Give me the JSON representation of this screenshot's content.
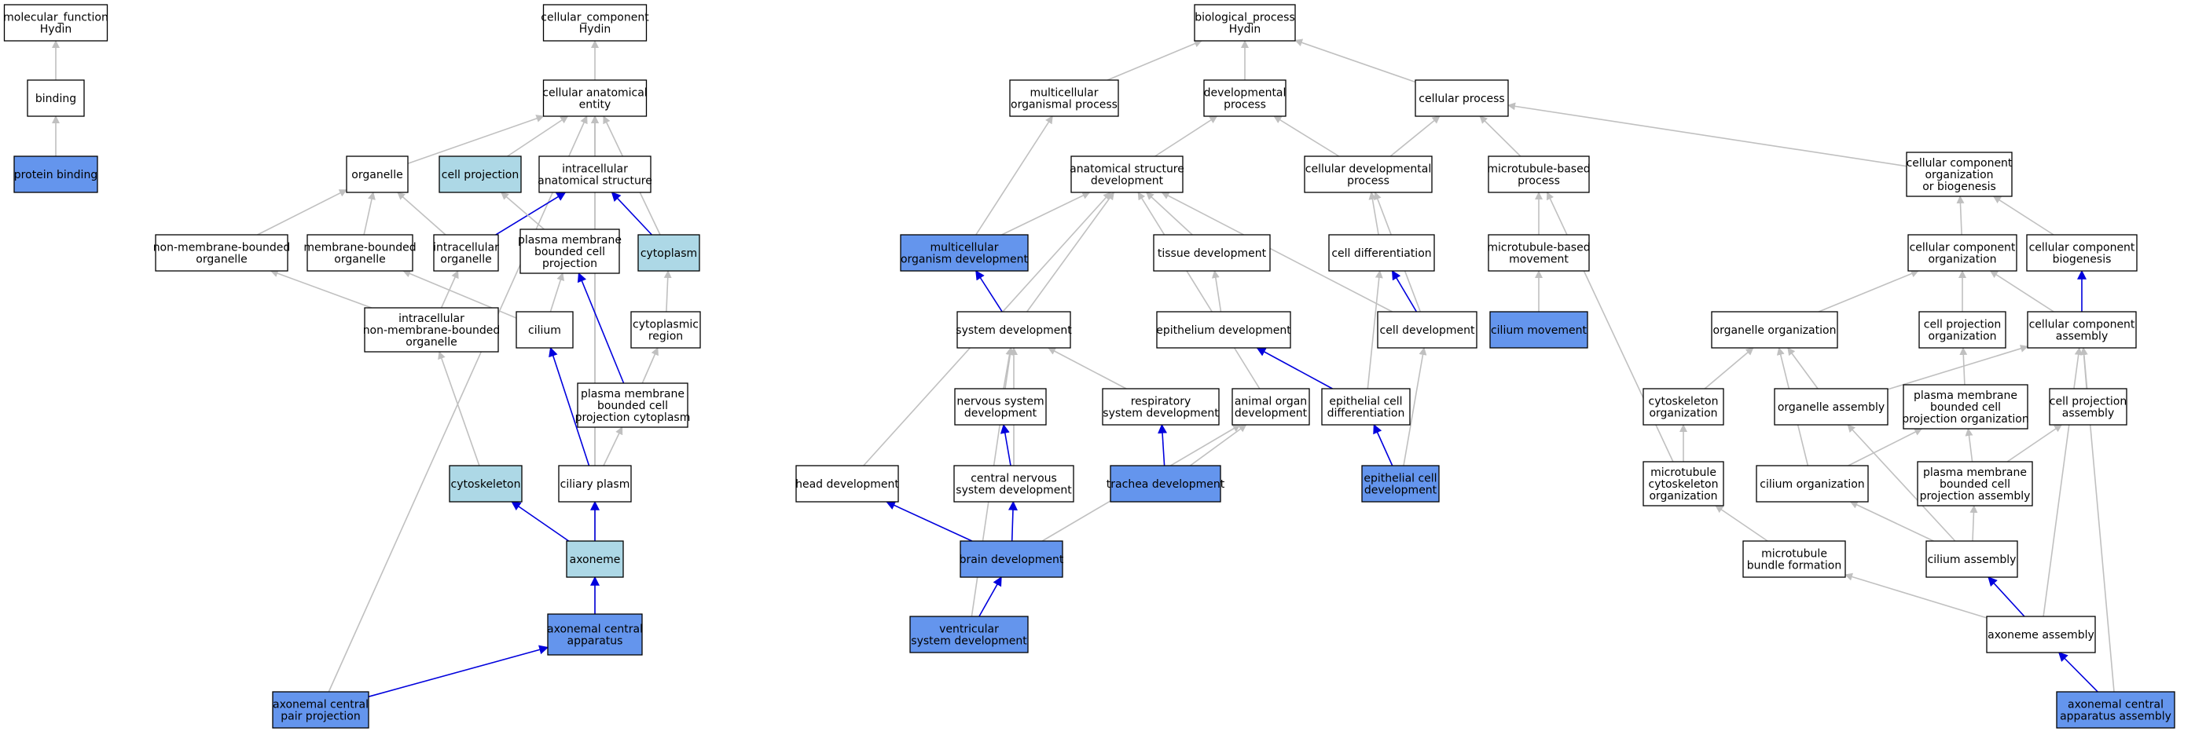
{
  "colors": {
    "edge_gray": "#c0c0c0",
    "edge_blue": "#0000dd",
    "fill_white": "#ffffff",
    "fill_lightblue": "#add8e6",
    "fill_blue": "#6495ed",
    "border": "#000000"
  },
  "nodes": [
    {
      "id": "mf",
      "lines": [
        "molecular_function",
        "Hydin"
      ],
      "fill": "white"
    },
    {
      "id": "binding",
      "lines": [
        "binding"
      ],
      "fill": "white"
    },
    {
      "id": "protein_binding",
      "lines": [
        "protein binding"
      ],
      "fill": "blue"
    },
    {
      "id": "cc",
      "lines": [
        "cellular_component",
        "Hydin"
      ],
      "fill": "white"
    },
    {
      "id": "cae",
      "lines": [
        "cellular anatomical",
        "entity"
      ],
      "fill": "white"
    },
    {
      "id": "organelle",
      "lines": [
        "organelle"
      ],
      "fill": "white"
    },
    {
      "id": "cell_projection",
      "lines": [
        "cell projection"
      ],
      "fill": "lightblue"
    },
    {
      "id": "ias",
      "lines": [
        "intracellular",
        "anatomical structure"
      ],
      "fill": "white"
    },
    {
      "id": "nmbo",
      "lines": [
        "non-membrane-bounded",
        "organelle"
      ],
      "fill": "white"
    },
    {
      "id": "mbo",
      "lines": [
        "membrane-bounded",
        "organelle"
      ],
      "fill": "white"
    },
    {
      "id": "io",
      "lines": [
        "intracellular",
        "organelle"
      ],
      "fill": "white"
    },
    {
      "id": "pmbcp",
      "lines": [
        "plasma membrane",
        "bounded cell",
        "projection"
      ],
      "fill": "white"
    },
    {
      "id": "cytoplasm",
      "lines": [
        "cytoplasm"
      ],
      "fill": "lightblue"
    },
    {
      "id": "inmbo",
      "lines": [
        "intracellular",
        "non-membrane-bounded",
        "organelle"
      ],
      "fill": "white"
    },
    {
      "id": "cilium",
      "lines": [
        "cilium"
      ],
      "fill": "white"
    },
    {
      "id": "cyt_region",
      "lines": [
        "cytoplasmic",
        "region"
      ],
      "fill": "white"
    },
    {
      "id": "pmbcpc",
      "lines": [
        "plasma membrane",
        "bounded cell",
        "projection cytoplasm"
      ],
      "fill": "white"
    },
    {
      "id": "cytoskeleton",
      "lines": [
        "cytoskeleton"
      ],
      "fill": "lightblue"
    },
    {
      "id": "ciliary_plasm",
      "lines": [
        "ciliary plasm"
      ],
      "fill": "white"
    },
    {
      "id": "axoneme",
      "lines": [
        "axoneme"
      ],
      "fill": "lightblue"
    },
    {
      "id": "aca",
      "lines": [
        "axonemal central",
        "apparatus"
      ],
      "fill": "blue"
    },
    {
      "id": "acpp",
      "lines": [
        "axonemal central",
        "pair projection"
      ],
      "fill": "blue"
    },
    {
      "id": "bp",
      "lines": [
        "biological_process",
        "Hydin"
      ],
      "fill": "white"
    },
    {
      "id": "mop",
      "lines": [
        "multicellular",
        "organismal process"
      ],
      "fill": "white"
    },
    {
      "id": "dp",
      "lines": [
        "developmental",
        "process"
      ],
      "fill": "white"
    },
    {
      "id": "cp",
      "lines": [
        "cellular process"
      ],
      "fill": "white"
    },
    {
      "id": "asd",
      "lines": [
        "anatomical structure",
        "development"
      ],
      "fill": "white"
    },
    {
      "id": "cdp",
      "lines": [
        "cellular developmental",
        "process"
      ],
      "fill": "white"
    },
    {
      "id": "mbp",
      "lines": [
        "microtubule-based",
        "process"
      ],
      "fill": "white"
    },
    {
      "id": "ccob",
      "lines": [
        "cellular component",
        "organization",
        "or biogenesis"
      ],
      "fill": "white"
    },
    {
      "id": "mod",
      "lines": [
        "multicellular",
        "organism development"
      ],
      "fill": "blue"
    },
    {
      "id": "tissue_dev",
      "lines": [
        "tissue development"
      ],
      "fill": "white"
    },
    {
      "id": "cell_diff",
      "lines": [
        "cell differentiation"
      ],
      "fill": "white"
    },
    {
      "id": "mbm",
      "lines": [
        "microtubule-based",
        "movement"
      ],
      "fill": "white"
    },
    {
      "id": "cco",
      "lines": [
        "cellular component",
        "organization"
      ],
      "fill": "white"
    },
    {
      "id": "ccb",
      "lines": [
        "cellular component",
        "biogenesis"
      ],
      "fill": "white"
    },
    {
      "id": "sys_dev",
      "lines": [
        "system development"
      ],
      "fill": "white"
    },
    {
      "id": "epi_dev",
      "lines": [
        "epithelium development"
      ],
      "fill": "white"
    },
    {
      "id": "cell_dev",
      "lines": [
        "cell development"
      ],
      "fill": "white"
    },
    {
      "id": "cilium_mov",
      "lines": [
        "cilium movement"
      ],
      "fill": "blue"
    },
    {
      "id": "org_org",
      "lines": [
        "organelle organization"
      ],
      "fill": "white"
    },
    {
      "id": "cpo",
      "lines": [
        "cell projection",
        "organization"
      ],
      "fill": "white"
    },
    {
      "id": "cca",
      "lines": [
        "cellular component",
        "assembly"
      ],
      "fill": "white"
    },
    {
      "id": "nsd",
      "lines": [
        "nervous system",
        "development"
      ],
      "fill": "white"
    },
    {
      "id": "rsd",
      "lines": [
        "respiratory",
        "system development"
      ],
      "fill": "white"
    },
    {
      "id": "aod",
      "lines": [
        "animal organ",
        "development"
      ],
      "fill": "white"
    },
    {
      "id": "ecd",
      "lines": [
        "epithelial cell",
        "differentiation"
      ],
      "fill": "white"
    },
    {
      "id": "cso",
      "lines": [
        "cytoskeleton",
        "organization"
      ],
      "fill": "white"
    },
    {
      "id": "org_asm",
      "lines": [
        "organelle assembly"
      ],
      "fill": "white"
    },
    {
      "id": "pmbcpo",
      "lines": [
        "plasma membrane",
        "bounded cell",
        "projection organization"
      ],
      "fill": "white"
    },
    {
      "id": "cpa",
      "lines": [
        "cell projection",
        "assembly"
      ],
      "fill": "white"
    },
    {
      "id": "head_dev",
      "lines": [
        "head development"
      ],
      "fill": "white"
    },
    {
      "id": "cnsd",
      "lines": [
        "central nervous",
        "system development"
      ],
      "fill": "white"
    },
    {
      "id": "trachea",
      "lines": [
        "trachea development"
      ],
      "fill": "blue"
    },
    {
      "id": "ecdev",
      "lines": [
        "epithelial cell",
        "development"
      ],
      "fill": "blue"
    },
    {
      "id": "mco",
      "lines": [
        "microtubule",
        "cytoskeleton",
        "organization"
      ],
      "fill": "white"
    },
    {
      "id": "cil_org",
      "lines": [
        "cilium organization"
      ],
      "fill": "white"
    },
    {
      "id": "pmbcpa",
      "lines": [
        "plasma membrane",
        "bounded cell",
        "projection assembly"
      ],
      "fill": "white"
    },
    {
      "id": "brain_dev",
      "lines": [
        "brain development"
      ],
      "fill": "blue"
    },
    {
      "id": "mbf",
      "lines": [
        "microtubule",
        "bundle formation"
      ],
      "fill": "white"
    },
    {
      "id": "cil_asm",
      "lines": [
        "cilium assembly"
      ],
      "fill": "white"
    },
    {
      "id": "vsd",
      "lines": [
        "ventricular",
        "system development"
      ],
      "fill": "blue"
    },
    {
      "id": "ax_asm",
      "lines": [
        "axoneme assembly"
      ],
      "fill": "white"
    },
    {
      "id": "acaa",
      "lines": [
        "axonemal central",
        "apparatus assembly"
      ],
      "fill": "blue"
    }
  ],
  "edges": [
    {
      "from": "binding",
      "to": "mf",
      "color": "gray"
    },
    {
      "from": "protein_binding",
      "to": "binding",
      "color": "gray"
    },
    {
      "from": "cae",
      "to": "cc",
      "color": "gray"
    },
    {
      "from": "organelle",
      "to": "cae",
      "color": "gray"
    },
    {
      "from": "cell_projection",
      "to": "cae",
      "color": "gray"
    },
    {
      "from": "ias",
      "to": "cae",
      "color": "gray"
    },
    {
      "from": "cytoplasm",
      "to": "cae",
      "color": "gray"
    },
    {
      "from": "axoneme",
      "to": "cae",
      "color": "gray"
    },
    {
      "from": "aca",
      "to": "cae",
      "color": "gray"
    },
    {
      "from": "acpp",
      "to": "cae",
      "color": "gray"
    },
    {
      "from": "nmbo",
      "to": "organelle",
      "color": "gray"
    },
    {
      "from": "mbo",
      "to": "organelle",
      "color": "gray"
    },
    {
      "from": "io",
      "to": "organelle",
      "color": "gray"
    },
    {
      "from": "io",
      "to": "ias",
      "color": "blue"
    },
    {
      "from": "pmbcp",
      "to": "cell_projection",
      "color": "gray"
    },
    {
      "from": "cytoplasm",
      "to": "ias",
      "color": "blue"
    },
    {
      "from": "inmbo",
      "to": "nmbo",
      "color": "gray"
    },
    {
      "from": "inmbo",
      "to": "io",
      "color": "gray"
    },
    {
      "from": "cilium",
      "to": "mbo",
      "color": "gray"
    },
    {
      "from": "cilium",
      "to": "pmbcp",
      "color": "gray"
    },
    {
      "from": "cyt_region",
      "to": "cytoplasm",
      "color": "gray"
    },
    {
      "from": "pmbcpc",
      "to": "pmbcp",
      "color": "blue"
    },
    {
      "from": "pmbcpc",
      "to": "cyt_region",
      "color": "gray"
    },
    {
      "from": "cytoskeleton",
      "to": "inmbo",
      "color": "gray"
    },
    {
      "from": "ciliary_plasm",
      "to": "cilium",
      "color": "blue"
    },
    {
      "from": "ciliary_plasm",
      "to": "pmbcpc",
      "color": "gray"
    },
    {
      "from": "axoneme",
      "to": "cytoskeleton",
      "color": "blue"
    },
    {
      "from": "axoneme",
      "to": "ciliary_plasm",
      "color": "blue"
    },
    {
      "from": "aca",
      "to": "axoneme",
      "color": "blue"
    },
    {
      "from": "acpp",
      "to": "aca",
      "color": "blue"
    },
    {
      "from": "mop",
      "to": "bp",
      "color": "gray"
    },
    {
      "from": "dp",
      "to": "bp",
      "color": "gray"
    },
    {
      "from": "cp",
      "to": "bp",
      "color": "gray"
    },
    {
      "from": "asd",
      "to": "dp",
      "color": "gray"
    },
    {
      "from": "cdp",
      "to": "dp",
      "color": "gray"
    },
    {
      "from": "cdp",
      "to": "cp",
      "color": "gray"
    },
    {
      "from": "mbp",
      "to": "cp",
      "color": "gray"
    },
    {
      "from": "ccob",
      "to": "cp",
      "color": "gray"
    },
    {
      "from": "mod",
      "to": "mop",
      "color": "gray"
    },
    {
      "from": "mod",
      "to": "asd",
      "color": "gray"
    },
    {
      "from": "tissue_dev",
      "to": "asd",
      "color": "gray"
    },
    {
      "from": "cell_diff",
      "to": "cdp",
      "color": "gray"
    },
    {
      "from": "cell_dev",
      "to": "cdp",
      "color": "gray"
    },
    {
      "from": "cell_dev",
      "to": "asd",
      "color": "gray"
    },
    {
      "from": "mbm",
      "to": "mbp",
      "color": "gray"
    },
    {
      "from": "mco",
      "to": "mbp",
      "color": "gray"
    },
    {
      "from": "cco",
      "to": "ccob",
      "color": "gray"
    },
    {
      "from": "ccb",
      "to": "ccob",
      "color": "gray"
    },
    {
      "from": "sys_dev",
      "to": "mod",
      "color": "blue"
    },
    {
      "from": "sys_dev",
      "to": "asd",
      "color": "gray"
    },
    {
      "from": "epi_dev",
      "to": "tissue_dev",
      "color": "gray"
    },
    {
      "from": "cell_dev",
      "to": "cell_diff",
      "color": "blue"
    },
    {
      "from": "cilium_mov",
      "to": "mbm",
      "color": "gray"
    },
    {
      "from": "org_org",
      "to": "cco",
      "color": "gray"
    },
    {
      "from": "cpo",
      "to": "cco",
      "color": "gray"
    },
    {
      "from": "cca",
      "to": "cco",
      "color": "gray"
    },
    {
      "from": "cca",
      "to": "ccb",
      "color": "blue"
    },
    {
      "from": "nsd",
      "to": "sys_dev",
      "color": "gray"
    },
    {
      "from": "rsd",
      "to": "sys_dev",
      "color": "gray"
    },
    {
      "from": "aod",
      "to": "asd",
      "color": "gray"
    },
    {
      "from": "ecd",
      "to": "epi_dev",
      "color": "blue"
    },
    {
      "from": "ecd",
      "to": "cell_diff",
      "color": "gray"
    },
    {
      "from": "cso",
      "to": "org_org",
      "color": "gray"
    },
    {
      "from": "org_asm",
      "to": "org_org",
      "color": "gray"
    },
    {
      "from": "org_asm",
      "to": "cca",
      "color": "gray"
    },
    {
      "from": "pmbcpo",
      "to": "cpo",
      "color": "gray"
    },
    {
      "from": "cpa",
      "to": "cca",
      "color": "gray"
    },
    {
      "from": "head_dev",
      "to": "asd",
      "color": "gray"
    },
    {
      "from": "cnsd",
      "to": "nsd",
      "color": "blue"
    },
    {
      "from": "cnsd",
      "to": "sys_dev",
      "color": "gray"
    },
    {
      "from": "trachea",
      "to": "rsd",
      "color": "blue"
    },
    {
      "from": "trachea",
      "to": "aod",
      "color": "gray"
    },
    {
      "from": "ecdev",
      "to": "ecd",
      "color": "blue"
    },
    {
      "from": "ecdev",
      "to": "cell_dev",
      "color": "gray"
    },
    {
      "from": "mco",
      "to": "cso",
      "color": "gray"
    },
    {
      "from": "cil_org",
      "to": "org_org",
      "color": "gray"
    },
    {
      "from": "cil_org",
      "to": "pmbcpo",
      "color": "gray"
    },
    {
      "from": "pmbcpa",
      "to": "pmbcpo",
      "color": "gray"
    },
    {
      "from": "pmbcpa",
      "to": "cpa",
      "color": "gray"
    },
    {
      "from": "brain_dev",
      "to": "head_dev",
      "color": "blue"
    },
    {
      "from": "brain_dev",
      "to": "cnsd",
      "color": "blue"
    },
    {
      "from": "brain_dev",
      "to": "aod",
      "color": "gray"
    },
    {
      "from": "mbf",
      "to": "mco",
      "color": "gray"
    },
    {
      "from": "cil_asm",
      "to": "cil_org",
      "color": "gray"
    },
    {
      "from": "cil_asm",
      "to": "pmbcpa",
      "color": "gray"
    },
    {
      "from": "cil_asm",
      "to": "org_asm",
      "color": "gray"
    },
    {
      "from": "vsd",
      "to": "brain_dev",
      "color": "blue"
    },
    {
      "from": "vsd",
      "to": "sys_dev",
      "color": "gray"
    },
    {
      "from": "ax_asm",
      "to": "cil_asm",
      "color": "blue"
    },
    {
      "from": "ax_asm",
      "to": "mbf",
      "color": "gray"
    },
    {
      "from": "ax_asm",
      "to": "cca",
      "color": "gray"
    },
    {
      "from": "acaa",
      "to": "ax_asm",
      "color": "blue"
    },
    {
      "from": "acaa",
      "to": "cca",
      "color": "gray"
    }
  ]
}
